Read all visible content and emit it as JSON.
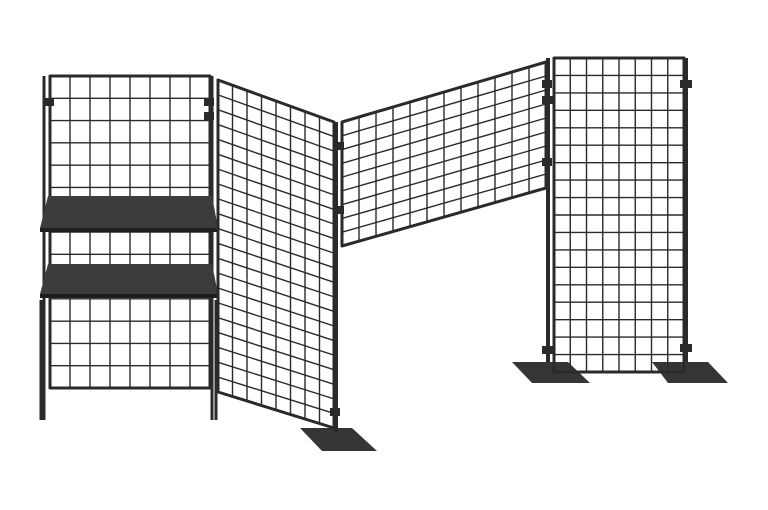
{
  "scene": {
    "subject": "grid-wall-display-system",
    "colors": {
      "background": "#ffffff",
      "wire": "#2a2a2a",
      "shelf": "#3c3c3c",
      "shelf_edge": "#1e1e1e",
      "base_plate": "#353535"
    }
  },
  "panels": [
    {
      "id": "left-rear-panel",
      "cols": 8,
      "rows": 14
    },
    {
      "id": "left-angled-panel",
      "cols": 8,
      "rows": 21
    },
    {
      "id": "middle-angled-panel",
      "cols": 12,
      "rows": 9
    },
    {
      "id": "right-panel",
      "cols": 8,
      "rows": 18
    }
  ],
  "shelves": 2,
  "base_plates": 3
}
